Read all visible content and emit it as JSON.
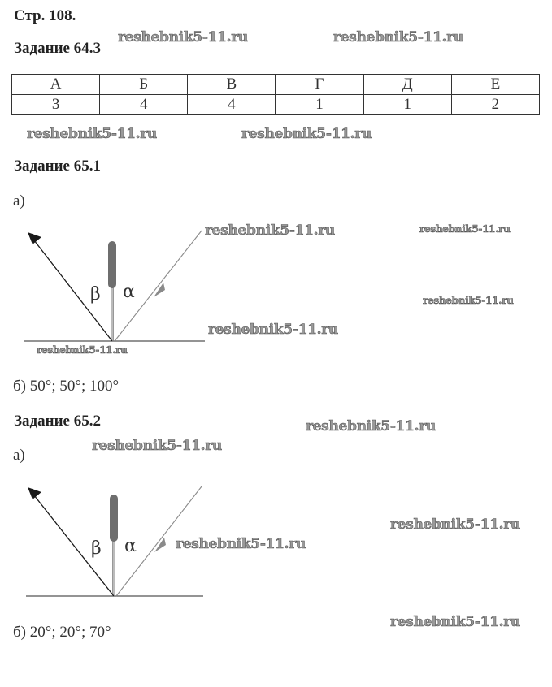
{
  "page": {
    "heading": "Стр. 108."
  },
  "task_64_3": {
    "title": "Задание 64.3",
    "table": {
      "headers": [
        "А",
        "Б",
        "В",
        "Г",
        "Д",
        "Е"
      ],
      "values": [
        "3",
        "4",
        "4",
        "1",
        "1",
        "2"
      ]
    }
  },
  "task_65_1": {
    "title": "Задание 65.1",
    "part_a_label": "а)",
    "figure": {
      "beta_label": "β",
      "alpha_label": "α"
    },
    "part_b_text": "б) 50°; 50°; 100°"
  },
  "task_65_2": {
    "title": "Задание 65.2",
    "part_a_label": "а)",
    "figure": {
      "beta_label": "β",
      "alpha_label": "α"
    },
    "part_b_text": "б) 20°; 20°; 70°"
  },
  "watermark": {
    "text": "reshebnik5-11.ru"
  },
  "colors": {
    "reed": "#6e6e6e",
    "ray_reflected": "#1a1a1a",
    "ray_incident": "#8a8a8a",
    "mirror": "#555555"
  }
}
